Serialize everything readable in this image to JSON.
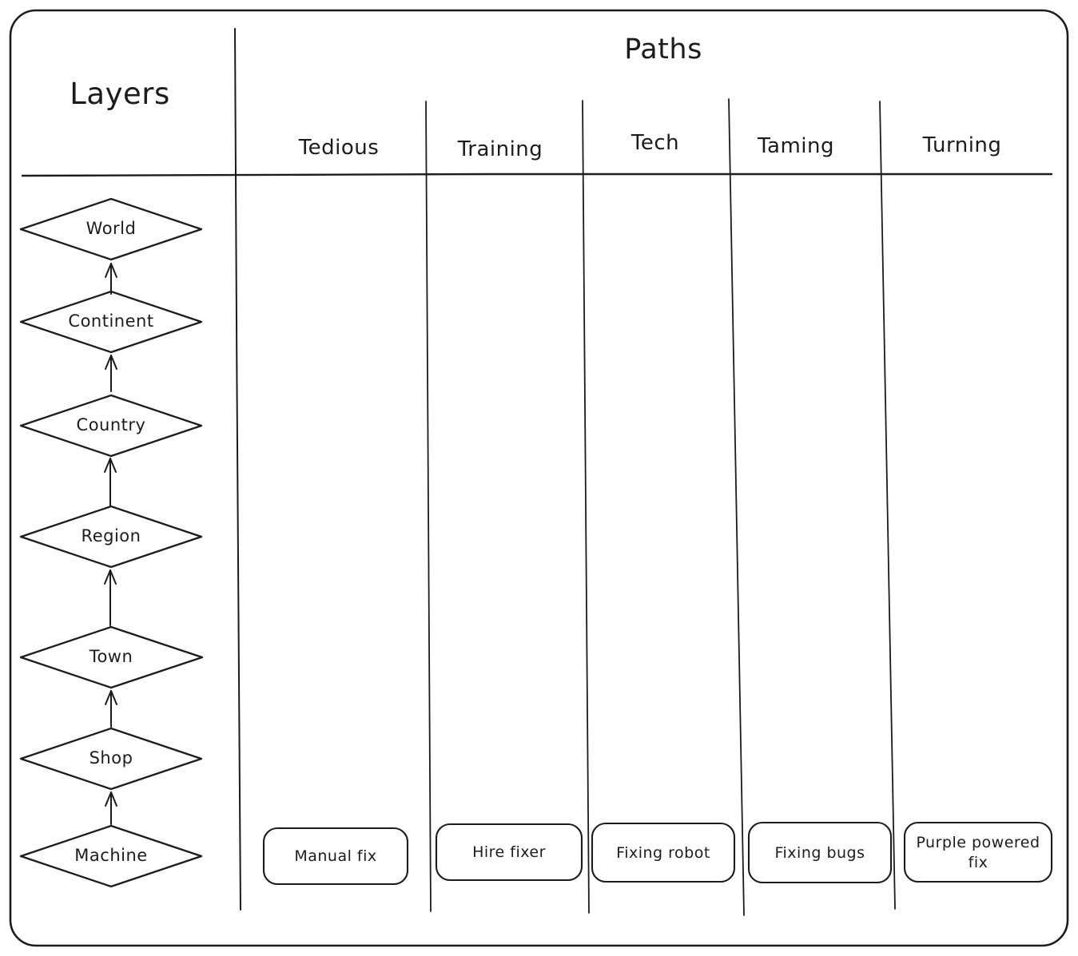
{
  "canvas": {
    "background": "#ffffff",
    "ink": "#1c1c1c"
  },
  "layers": {
    "title": "Layers",
    "items": [
      {
        "label": "World"
      },
      {
        "label": "Continent"
      },
      {
        "label": "Country"
      },
      {
        "label": "Region"
      },
      {
        "label": "Town"
      },
      {
        "label": "Shop"
      },
      {
        "label": "Machine"
      }
    ]
  },
  "paths": {
    "title": "Paths",
    "columns": [
      {
        "label": "Tedious",
        "box": "Manual fix"
      },
      {
        "label": "Training",
        "box": "Hire fixer"
      },
      {
        "label": "Tech",
        "box": "Fixing robot"
      },
      {
        "label": "Taming",
        "box": "Fixing bugs"
      },
      {
        "label": "Turning",
        "box": "Purple powered fix"
      }
    ]
  }
}
